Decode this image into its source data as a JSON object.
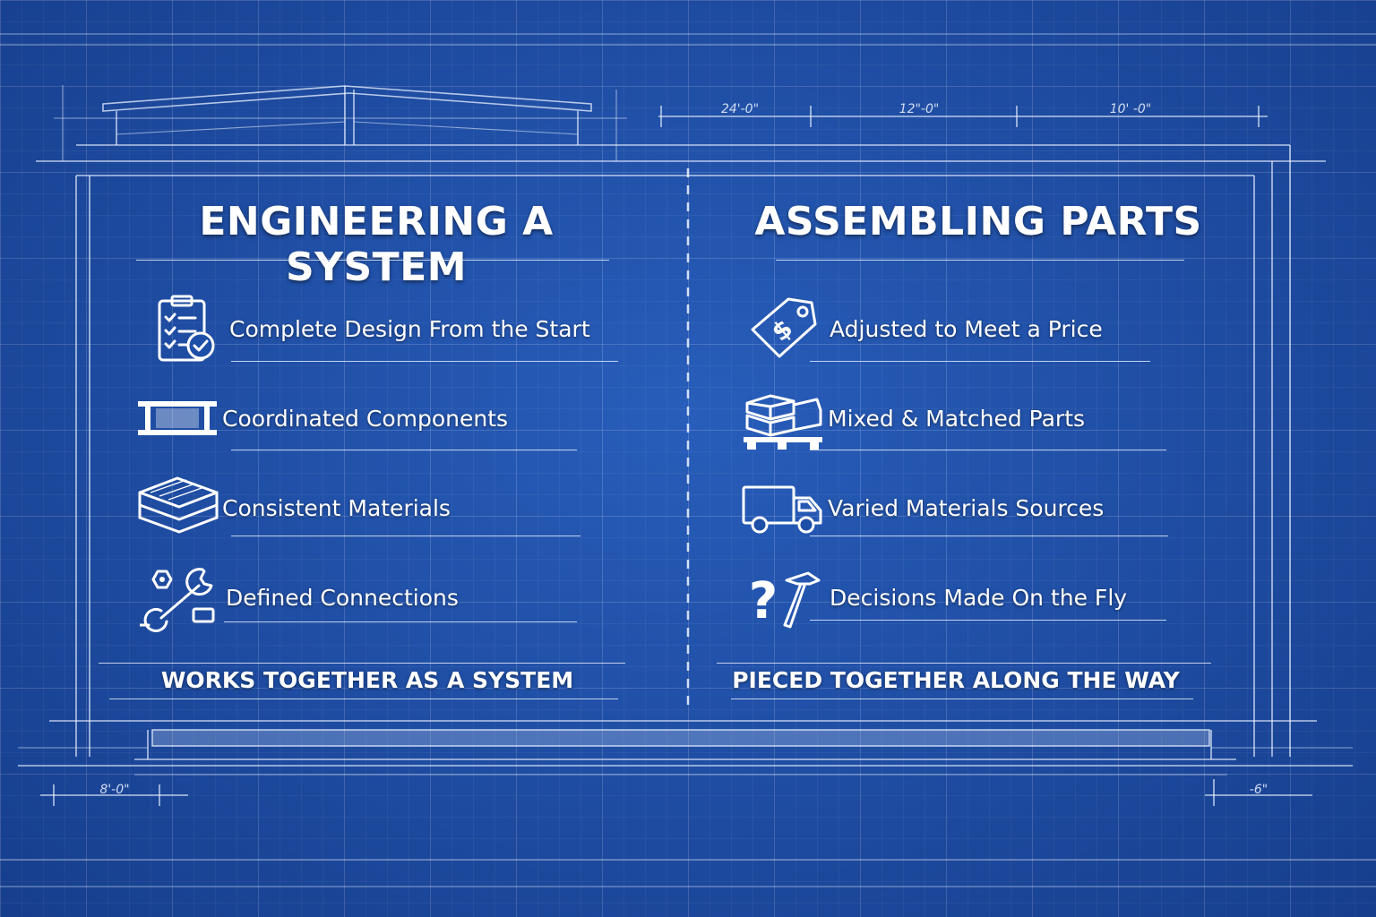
{
  "dimensions": {
    "top": [
      "24'-0\"",
      "12\"-0\"",
      "10' -0\""
    ],
    "bottom_left": "8'-0\"",
    "bottom_right": "-6\""
  },
  "left_panel": {
    "title": "ENGINEERING A SYSTEM",
    "items": [
      {
        "label": "Complete Design From the Start",
        "icon": "clipboard-checklist-icon"
      },
      {
        "label": "Coordinated Components",
        "icon": "beam-frame-icon"
      },
      {
        "label": "Consistent Materials",
        "icon": "stacked-panels-icon"
      },
      {
        "label": "Defined Connections",
        "icon": "wrench-bolt-icon"
      }
    ],
    "footer": "WORKS TOGETHER AS A SYSTEM"
  },
  "right_panel": {
    "title": "ASSEMBLING PARTS",
    "items": [
      {
        "label": "Adjusted to Meet a Price",
        "icon": "price-tag-icon"
      },
      {
        "label": "Mixed & Matched Parts",
        "icon": "pallet-boxes-icon"
      },
      {
        "label": "Varied Materials Sources",
        "icon": "delivery-truck-icon"
      },
      {
        "label": "Decisions Made On the Fly",
        "icon": "question-hammer-icon"
      }
    ],
    "footer": "PIECED TOGETHER ALONG THE WAY"
  }
}
